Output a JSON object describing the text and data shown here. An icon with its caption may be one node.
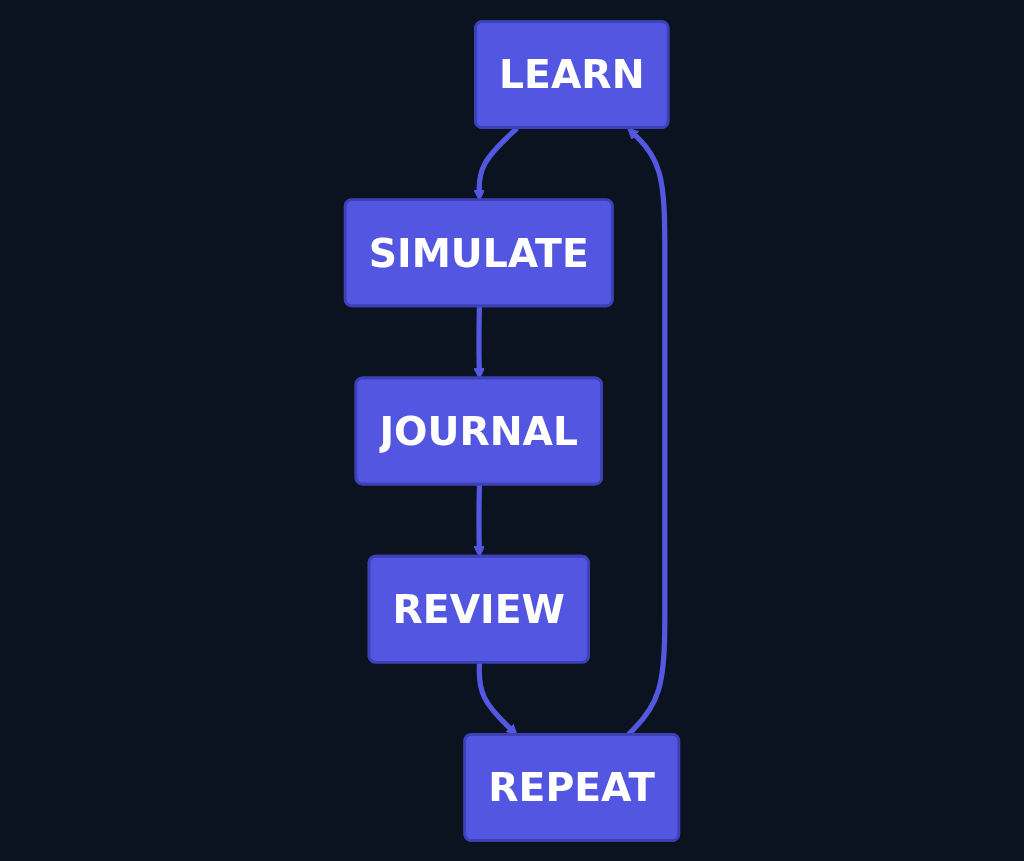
{
  "diagram": {
    "nodes": [
      {
        "text": [
          "LEARN"
        ]
      },
      {
        "text": [
          "SIMULATE"
        ]
      },
      {
        "text": [
          "JOURNAL"
        ]
      },
      {
        "text": [
          "REVIEW"
        ]
      },
      {
        "text": [
          "REPEAT"
        ]
      }
    ],
    "edges": [
      {
        "from": 0,
        "to": 1,
        "arrow": "to"
      },
      {
        "from": 1,
        "to": 2,
        "arrow": "to"
      },
      {
        "from": 2,
        "to": 3,
        "arrow": "to"
      },
      {
        "from": 3,
        "to": 4,
        "arrow": "to"
      },
      {
        "from": 4,
        "to": 0,
        "arrow": "to"
      }
    ]
  }
}
